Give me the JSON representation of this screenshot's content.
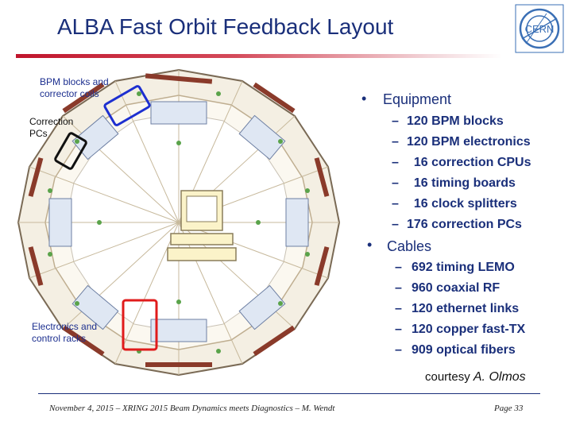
{
  "header": {
    "title": "ALBA Fast Orbit Feedback Layout",
    "logo_text": "CERN"
  },
  "diagram": {
    "callouts": {
      "bpm": "BPM blocks and corrector coils",
      "correction_pcs": "Correction PCs",
      "racks": "Electronics and control racks"
    },
    "highlight_colors": {
      "bpm": "#1d2fd0",
      "correction_pcs": "#111111",
      "racks": "#e01b1b"
    }
  },
  "bullets": {
    "equipment": {
      "label": "Equipment",
      "items": [
        "120 BPM blocks",
        "120 BPM electronics",
        "  16 correction CPUs",
        "  16 timing boards",
        "  16 clock splitters",
        "176 correction PCs"
      ]
    },
    "cables": {
      "label": "Cables",
      "items": [
        "692 timing LEMO",
        "960 coaxial RF",
        "120 ethernet links",
        "120 copper fast-TX",
        "909 optical fibers"
      ]
    }
  },
  "credit": {
    "prefix": "courtesy",
    "name": "A. Olmos"
  },
  "footer": {
    "left": "November 4, 2015 – XRING 2015 Beam Dynamics meets Diagnostics – M. Wendt",
    "page": "Page  33"
  },
  "colors": {
    "title": "#1a2f7a",
    "title_rule": "#c0152c",
    "cern_blue": "#3a6fb5"
  }
}
